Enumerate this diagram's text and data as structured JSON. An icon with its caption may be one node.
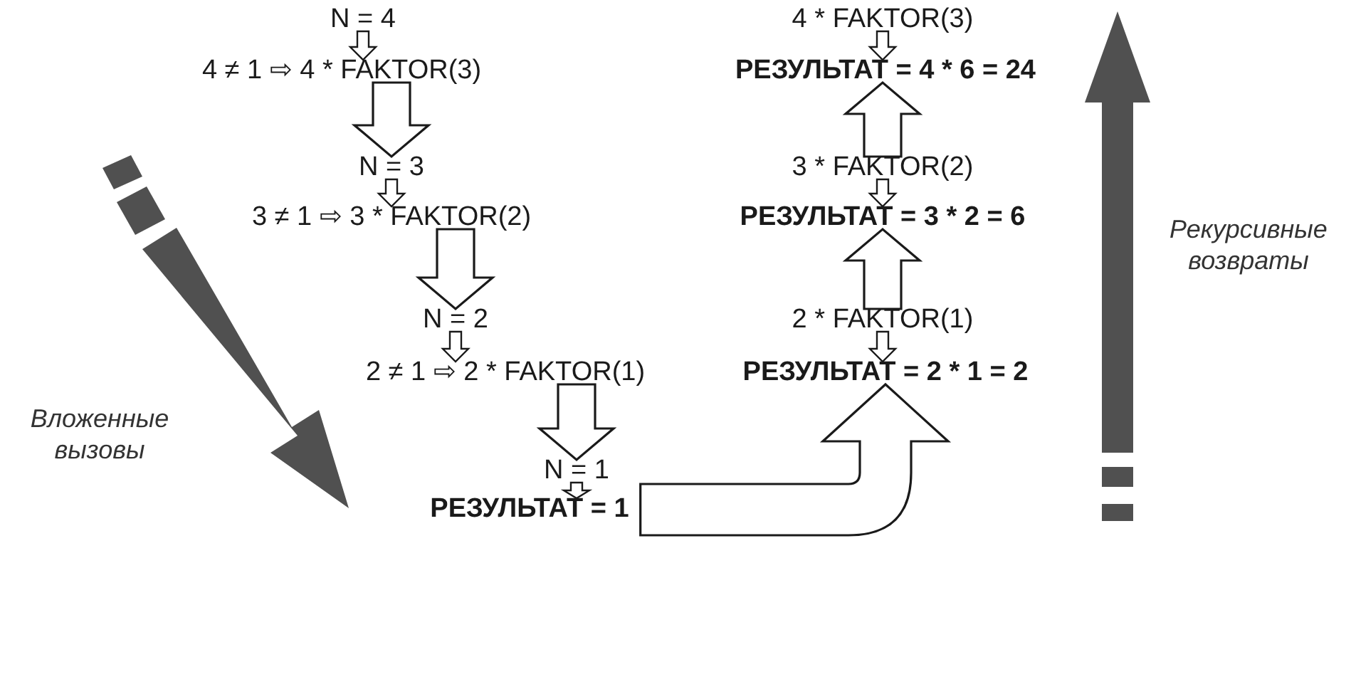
{
  "diagram": {
    "nodes": [
      {
        "text": [
          "N = 4"
        ]
      },
      {
        "text": [
          "4 ≠ 1 ⇨ 4 * FAKTOR(3)"
        ]
      },
      {
        "text": [
          "N = 3"
        ]
      },
      {
        "text": [
          "3 ≠ 1 ⇨ 3 * FAKTOR(2)"
        ]
      },
      {
        "text": [
          "N = 2"
        ]
      },
      {
        "text": [
          "2 ≠ 1 ⇨ 2 * FAKTOR(1)"
        ]
      },
      {
        "text": [
          "N = 1"
        ]
      },
      {
        "text": [
          "РЕЗУЛЬТАТ = 1"
        ]
      },
      {
        "text": [
          "2 * FAKTOR(1)"
        ]
      },
      {
        "text": [
          "РЕЗУЛЬТАТ = 2 * 1 = 2"
        ]
      },
      {
        "text": [
          "3 * FAKTOR(2)"
        ]
      },
      {
        "text": [
          "РЕЗУЛЬТАТ = 3 * 2 = 6"
        ]
      },
      {
        "text": [
          "4 * FAKTOR(3)"
        ]
      },
      {
        "text": [
          "РЕЗУЛЬТАТ = 4 * 6 = 24"
        ]
      }
    ],
    "edges": [
      {
        "from": 0,
        "to": 1,
        "arrow": "to"
      },
      {
        "from": 1,
        "to": 2,
        "arrow": "to",
        "style": "thick"
      },
      {
        "from": 2,
        "to": 3,
        "arrow": "to"
      },
      {
        "from": 3,
        "to": 4,
        "arrow": "to",
        "style": "thick"
      },
      {
        "from": 4,
        "to": 5,
        "arrow": "to"
      },
      {
        "from": 5,
        "to": 6,
        "arrow": "to",
        "style": "thick"
      },
      {
        "from": 6,
        "to": 7,
        "arrow": "to"
      },
      {
        "from": 7,
        "to": 9,
        "arrow": "to",
        "style": "thick"
      },
      {
        "from": 8,
        "to": 9,
        "arrow": "to"
      },
      {
        "from": 8,
        "to": 11,
        "arrow": "to",
        "style": "thick"
      },
      {
        "from": 10,
        "to": 11,
        "arrow": "to"
      },
      {
        "from": 10,
        "to": 13,
        "arrow": "to",
        "style": "thick"
      },
      {
        "from": 12,
        "to": 13,
        "arrow": "to"
      }
    ],
    "labels": [
      "Рекурсивные возвраты",
      "Вложенные вызовы"
    ]
  }
}
